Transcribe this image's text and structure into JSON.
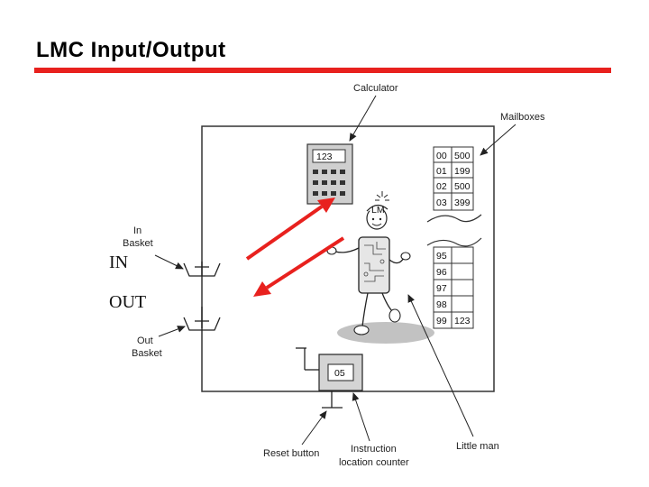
{
  "title": "LMC Input/Output",
  "accent_color": "#e8211e",
  "labels": {
    "calculator": "Calculator",
    "mailboxes": "Mailboxes",
    "in_basket": [
      "In",
      "Basket"
    ],
    "out_basket": [
      "Out",
      "Basket"
    ],
    "reset_button": "Reset button",
    "instruction_counter": [
      "Instruction",
      "location counter"
    ],
    "little_man": "Little man"
  },
  "io_labels": {
    "in": "IN",
    "out": "OUT"
  },
  "calculator_display": "123",
  "counter_display": "05",
  "mailboxes_top": [
    {
      "addr": "00",
      "value": "500"
    },
    {
      "addr": "01",
      "value": "199"
    },
    {
      "addr": "02",
      "value": "500"
    },
    {
      "addr": "03",
      "value": "399"
    }
  ],
  "mailboxes_bottom": [
    {
      "addr": "95",
      "value": ""
    },
    {
      "addr": "96",
      "value": ""
    },
    {
      "addr": "97",
      "value": ""
    },
    {
      "addr": "98",
      "value": ""
    },
    {
      "addr": "99",
      "value": "123"
    }
  ],
  "cap_letters": "LM"
}
